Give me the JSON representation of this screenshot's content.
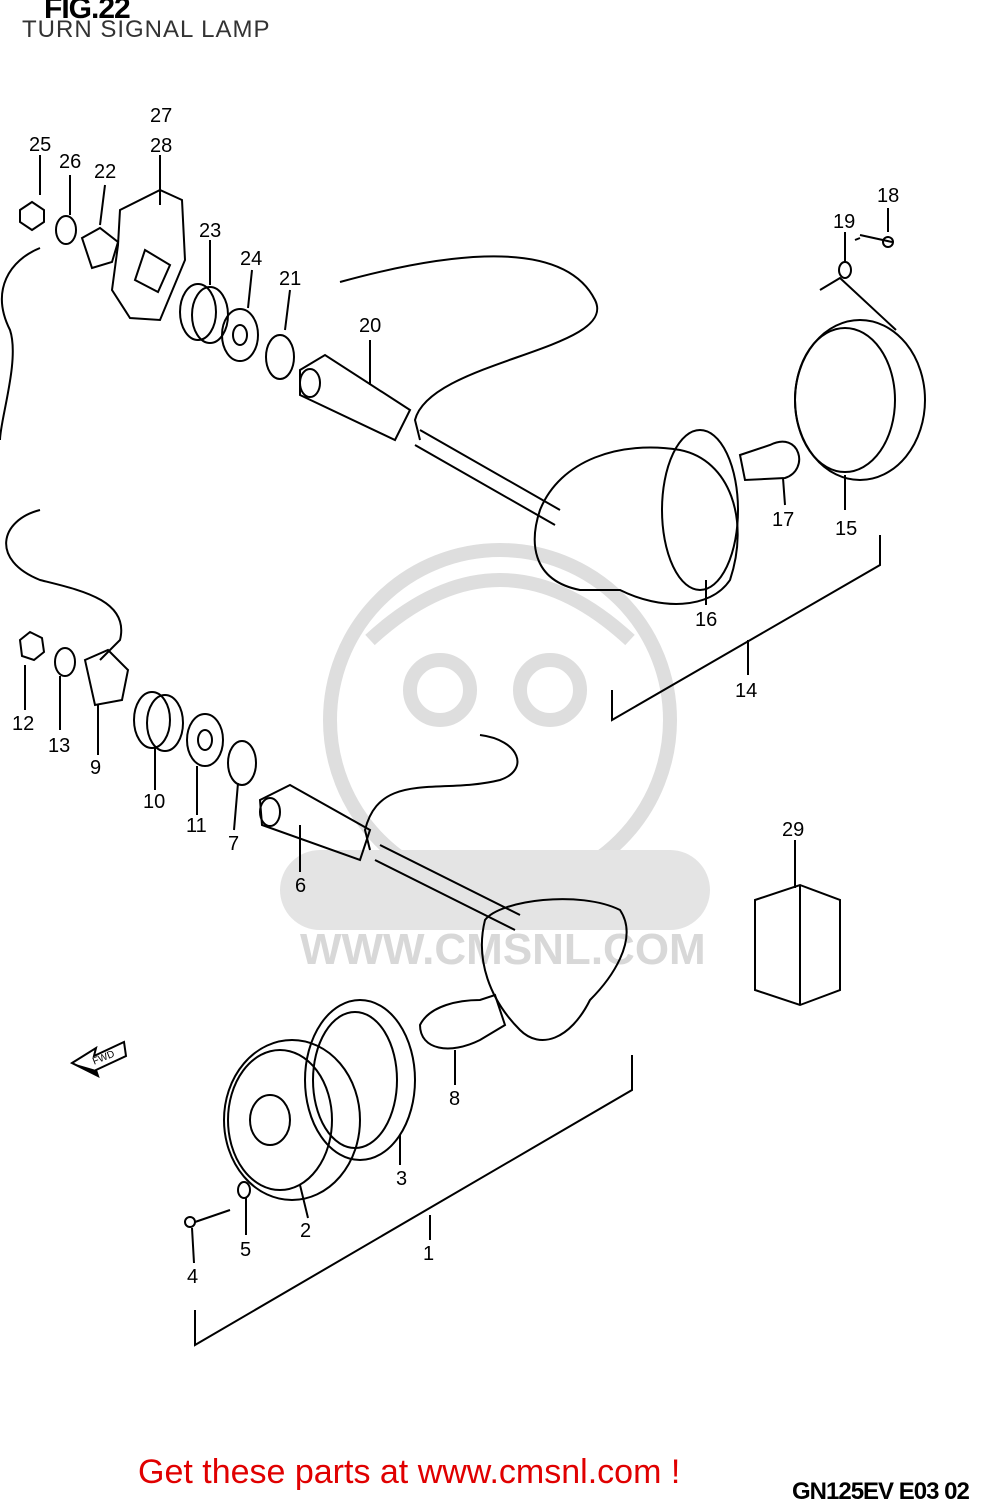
{
  "figure": {
    "title": "FIG.22",
    "subtitle": "TURN SIGNAL LAMP"
  },
  "watermark": {
    "url": "WWW.CMSNL.COM",
    "brand": "CMS"
  },
  "footer": {
    "cta": "Get these parts at www.cmsnl.com !",
    "code": "GN125EV E03 02"
  },
  "arrow": {
    "label": "FWD"
  },
  "colors": {
    "cta": "#e00000",
    "line": "#000000",
    "watermark": "#d8d8d8"
  },
  "callouts": [
    "25",
    "26",
    "22",
    "27",
    "28",
    "23",
    "24",
    "21",
    "20",
    "19",
    "18",
    "17",
    "15",
    "16",
    "14",
    "12",
    "13",
    "9",
    "10",
    "11",
    "7",
    "6",
    "29",
    "8",
    "3",
    "2",
    "5",
    "4",
    "1"
  ]
}
